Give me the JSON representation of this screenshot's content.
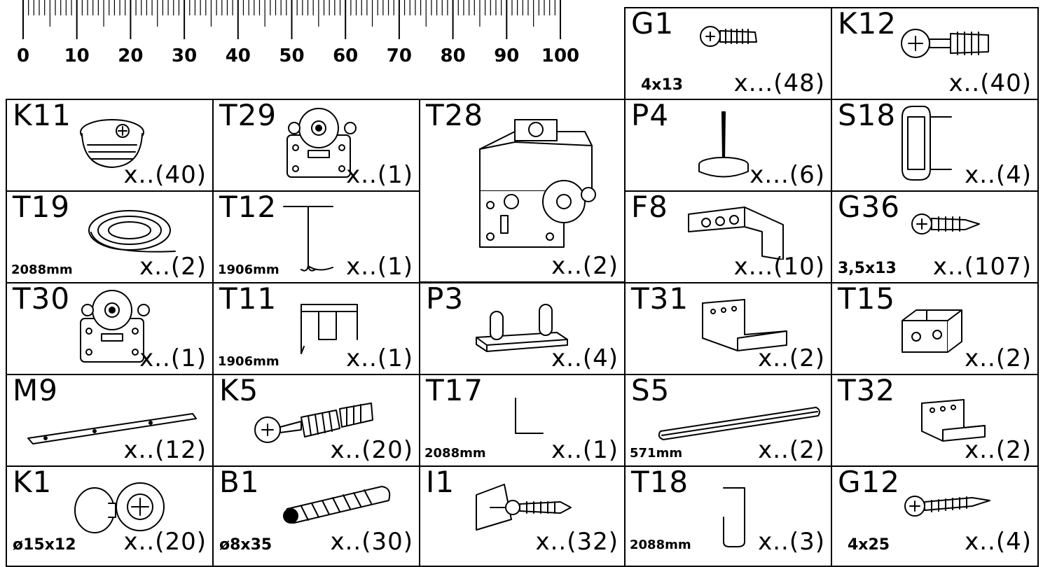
{
  "ruler": {
    "labels": [
      "0",
      "10",
      "20",
      "30",
      "40",
      "50",
      "60",
      "70",
      "80",
      "90",
      "100"
    ]
  },
  "parts": {
    "G1": {
      "code": "G1",
      "qty": "x...(48)",
      "dim": "4x13",
      "icon": "screw-small-icon"
    },
    "K12": {
      "code": "K12",
      "qty": "x..(40)",
      "icon": "connector-bolt-icon"
    },
    "K11": {
      "code": "K11",
      "qty": "x..(40)",
      "icon": "cam-lock-icon"
    },
    "T29": {
      "code": "T29",
      "qty": "x..(1)",
      "icon": "roller-plate-icon"
    },
    "T28": {
      "code": "T28",
      "qty": "x..(2)",
      "icon": "top-roller-assembly-icon"
    },
    "P4": {
      "code": "P4",
      "qty": "x...(6)",
      "icon": "pin-foot-icon"
    },
    "S18": {
      "code": "S18",
      "qty": "x..(4)",
      "icon": "rail-support-icon"
    },
    "T19": {
      "code": "T19",
      "qty": "x..(2)",
      "dim": "2088mm",
      "icon": "coil-strip-icon"
    },
    "T12": {
      "code": "T12",
      "qty": "x..(1)",
      "dim": "1906mm",
      "icon": "top-track-icon"
    },
    "F8": {
      "code": "F8",
      "qty": "x...(10)",
      "icon": "corner-bracket-icon"
    },
    "G36": {
      "code": "G36",
      "qty": "x..(107)",
      "dim": "3,5x13",
      "icon": "screw-icon"
    },
    "T30": {
      "code": "T30",
      "qty": "x..(1)",
      "icon": "roller-plate-icon"
    },
    "T11": {
      "code": "T11",
      "qty": "x..(1)",
      "dim": "1906mm",
      "icon": "double-track-icon"
    },
    "P3": {
      "code": "P3",
      "qty": "x..(4)",
      "icon": "guide-pins-icon"
    },
    "T31": {
      "code": "T31",
      "qty": "x..(2)",
      "icon": "u-channel-bracket-icon"
    },
    "T15": {
      "code": "T15",
      "qty": "x..(2)",
      "icon": "block-connector-icon"
    },
    "M9": {
      "code": "M9",
      "qty": "x..(12)",
      "icon": "flat-bar-icon"
    },
    "K5": {
      "code": "K5",
      "qty": "x..(20)",
      "icon": "dowel-connector-icon"
    },
    "T17": {
      "code": "T17",
      "qty": "x..(1)",
      "dim": "2088mm",
      "icon": "l-profile-icon"
    },
    "S5": {
      "code": "S5",
      "qty": "x..(2)",
      "dim": "571mm",
      "icon": "rod-icon"
    },
    "T32": {
      "code": "T32",
      "qty": "x..(2)",
      "icon": "u-channel-bracket-icon"
    },
    "K1": {
      "code": "K1",
      "qty": "x..(20)",
      "dim": "ø15x12",
      "icon": "cam-cap-icon"
    },
    "B1": {
      "code": "B1",
      "qty": "x..(30)",
      "dim": "ø8x35",
      "icon": "wood-dowel-icon"
    },
    "I1": {
      "code": "I1",
      "qty": "x..(32)",
      "icon": "wedge-screw-icon"
    },
    "T18": {
      "code": "T18",
      "qty": "x..(3)",
      "dim": "2088mm",
      "icon": "j-profile-icon"
    },
    "G12": {
      "code": "G12",
      "qty": "x..(4)",
      "dim": "4x25",
      "icon": "screw-long-icon"
    }
  }
}
